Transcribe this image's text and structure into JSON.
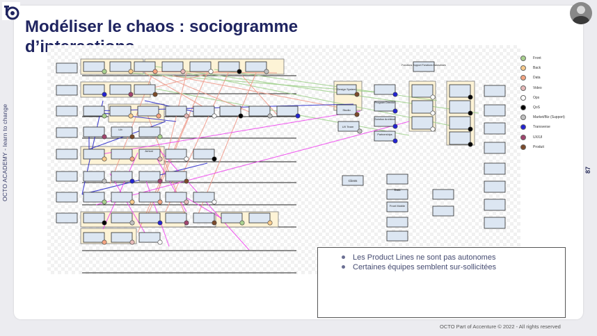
{
  "slide": {
    "title_line1": "Modéliser le chaos : sociogramme",
    "title_line2": "d’interactions",
    "side_text": "OCTO ACADEMY - learn to change",
    "page_number": "87",
    "footer": "OCTO Part of Accenture © 2022 - All rights reserved"
  },
  "bullets": [
    "Les Product Lines ne sont pas autonomes",
    "Certaines équipes semblent sur-sollicitées"
  ],
  "legend": [
    {
      "label": "Front",
      "color": "#a9d18e"
    },
    {
      "label": "Back",
      "color": "#f8cb8c"
    },
    {
      "label": "Data",
      "color": "#f4a582"
    },
    {
      "label": "Video",
      "color": "#e6b9b8"
    },
    {
      "label": "Ops",
      "color": "#ffffff"
    },
    {
      "label": "QoS",
      "color": "#000000"
    },
    {
      "label": "Market/Biz (Support)",
      "color": "#bfbfbf"
    },
    {
      "label": "Transverse",
      "color": "#2323d1"
    },
    {
      "label": "UX/UI",
      "color": "#a0456e"
    },
    {
      "label": "Produit",
      "color": "#7b4a2a"
    }
  ],
  "diagram_labels": {
    "functional": "Fonctions Support Fonctions transverses",
    "design": "Design System",
    "studio": "Studio",
    "ux": "UX Team",
    "program": "Program Director",
    "solution": "Solution Architect",
    "partnerships": "Partnerships",
    "clients": "Clients",
    "data": "Data",
    "front": "Front Mobile",
    "arrival": "Arrival",
    "lib": "Lib"
  },
  "colors": {
    "title": "#1f2460",
    "box_fill": "#dce6f2",
    "group_fill": "#fdf3d6",
    "line_green": "#9ccf88",
    "line_salmon": "#ef9a8a",
    "line_blue": "#2323c8",
    "line_magenta": "#ee44ee"
  }
}
